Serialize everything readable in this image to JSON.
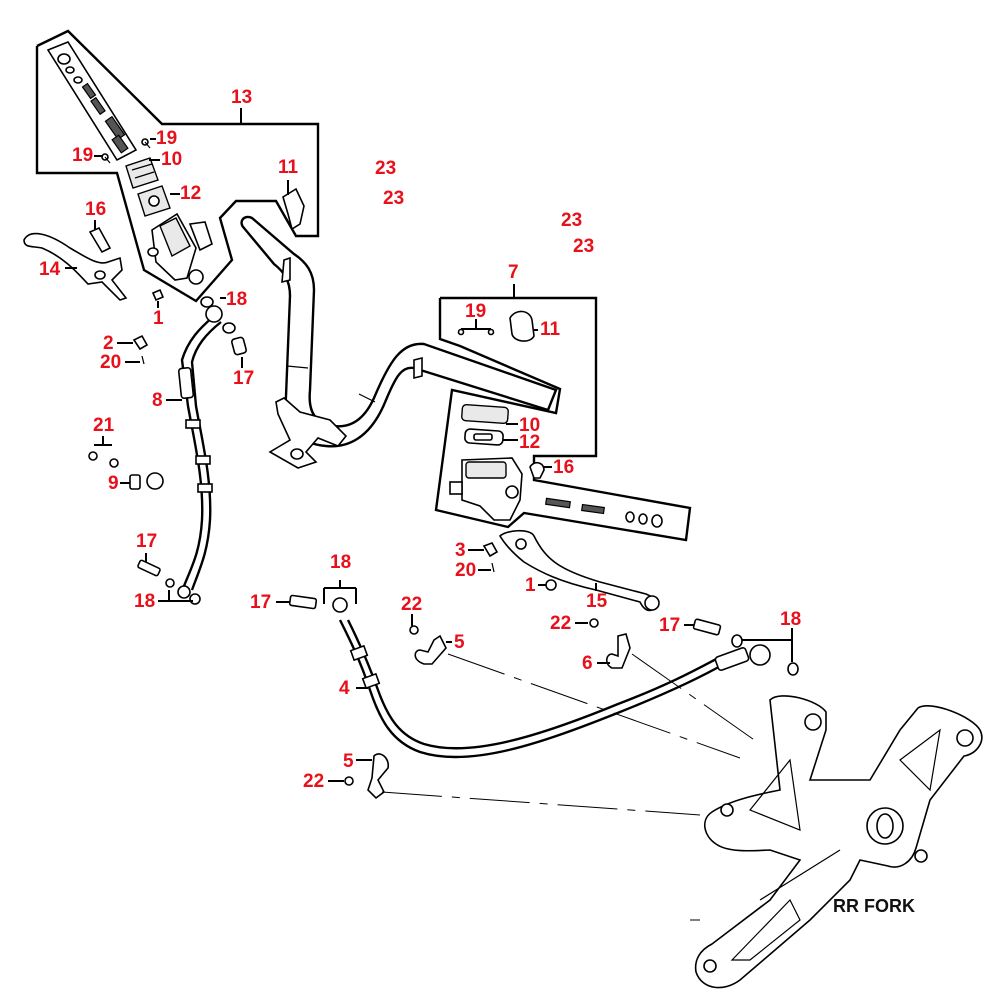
{
  "diagram": {
    "type": "exploded parts diagram",
    "subject": "Front / rear brake master cylinders, hoses and handlebar",
    "label_color": "#e8101a",
    "line_color": "#000000",
    "caption": "RR FORK"
  },
  "callouts": [
    {
      "id": "c13",
      "part": "13",
      "text": "13"
    },
    {
      "id": "c19a",
      "part": "19",
      "text": "19"
    },
    {
      "id": "c19b",
      "part": "19",
      "text": "19"
    },
    {
      "id": "c10a",
      "part": "10",
      "text": "10"
    },
    {
      "id": "c12a",
      "part": "12",
      "text": "12"
    },
    {
      "id": "c11a",
      "part": "11",
      "text": "11"
    },
    {
      "id": "c23a",
      "part": "23",
      "text": "23"
    },
    {
      "id": "c23b",
      "part": "23",
      "text": "23"
    },
    {
      "id": "c23c",
      "part": "23",
      "text": "23"
    },
    {
      "id": "c23d",
      "part": "23",
      "text": "23"
    },
    {
      "id": "c16a",
      "part": "16",
      "text": "16"
    },
    {
      "id": "c14",
      "part": "14",
      "text": "14"
    },
    {
      "id": "c1a",
      "part": "1",
      "text": "1"
    },
    {
      "id": "c18a",
      "part": "18",
      "text": "18"
    },
    {
      "id": "c2",
      "part": "2",
      "text": "2"
    },
    {
      "id": "c20a",
      "part": "20",
      "text": "20"
    },
    {
      "id": "c17a",
      "part": "17",
      "text": "17"
    },
    {
      "id": "c8",
      "part": "8",
      "text": "8"
    },
    {
      "id": "c21",
      "part": "21",
      "text": "21"
    },
    {
      "id": "c9",
      "part": "9",
      "text": "9"
    },
    {
      "id": "c17b",
      "part": "17",
      "text": "17"
    },
    {
      "id": "c18b",
      "part": "18",
      "text": "18"
    },
    {
      "id": "c7",
      "part": "7",
      "text": "7"
    },
    {
      "id": "c19c",
      "part": "19",
      "text": "19"
    },
    {
      "id": "c11b",
      "part": "11",
      "text": "11"
    },
    {
      "id": "c10b",
      "part": "10",
      "text": "10"
    },
    {
      "id": "c12b",
      "part": "12",
      "text": "12"
    },
    {
      "id": "c16b",
      "part": "16",
      "text": "16"
    },
    {
      "id": "c3",
      "part": "3",
      "text": "3"
    },
    {
      "id": "c20b",
      "part": "20",
      "text": "20"
    },
    {
      "id": "c1b",
      "part": "1",
      "text": "1"
    },
    {
      "id": "c15",
      "part": "15",
      "text": "15"
    },
    {
      "id": "c18c",
      "part": "18",
      "text": "18"
    },
    {
      "id": "c17c",
      "part": "17",
      "text": "17"
    },
    {
      "id": "c22a",
      "part": "22",
      "text": "22"
    },
    {
      "id": "c5a",
      "part": "5",
      "text": "5"
    },
    {
      "id": "c4",
      "part": "4",
      "text": "4"
    },
    {
      "id": "c22b",
      "part": "22",
      "text": "22"
    },
    {
      "id": "c6",
      "part": "6",
      "text": "6"
    },
    {
      "id": "c17d",
      "part": "17",
      "text": "17"
    },
    {
      "id": "c18d",
      "part": "18",
      "text": "18"
    },
    {
      "id": "c5b",
      "part": "5",
      "text": "5"
    },
    {
      "id": "c22c",
      "part": "22",
      "text": "22"
    }
  ]
}
